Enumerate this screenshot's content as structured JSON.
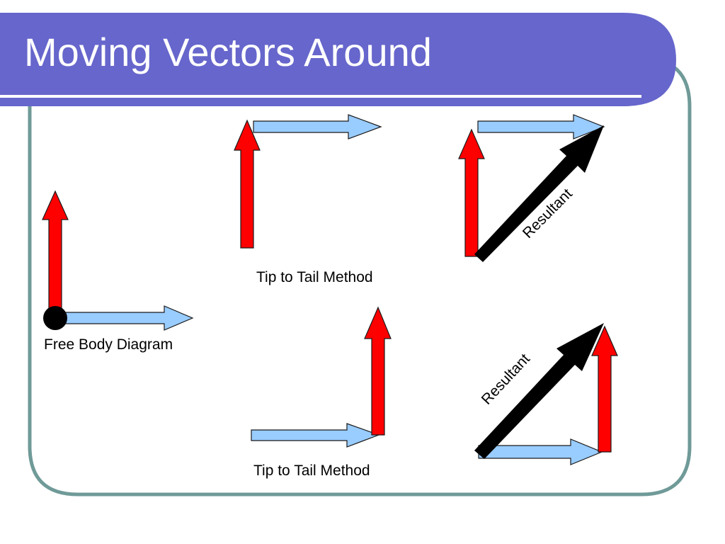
{
  "slide": {
    "title": "Moving Vectors Around",
    "colors": {
      "header": "#6666cc",
      "header_line": "#ffffff",
      "frame": "#6f9a98",
      "vertical_vector": "#ff0000",
      "horizontal_vector": "#99ccff",
      "resultant_vector": "#000000",
      "vector_outline": "#1a1a1a"
    }
  },
  "diagrams": {
    "free_body": {
      "label": "Free Body Diagram"
    },
    "tip_to_tail_top": {
      "label": "Tip to Tail Method"
    },
    "tip_to_tail_bottom": {
      "label": "Tip to Tail Method"
    },
    "resultant_top": {
      "label": "Resultant"
    },
    "resultant_bottom": {
      "label": "Resultant"
    }
  }
}
